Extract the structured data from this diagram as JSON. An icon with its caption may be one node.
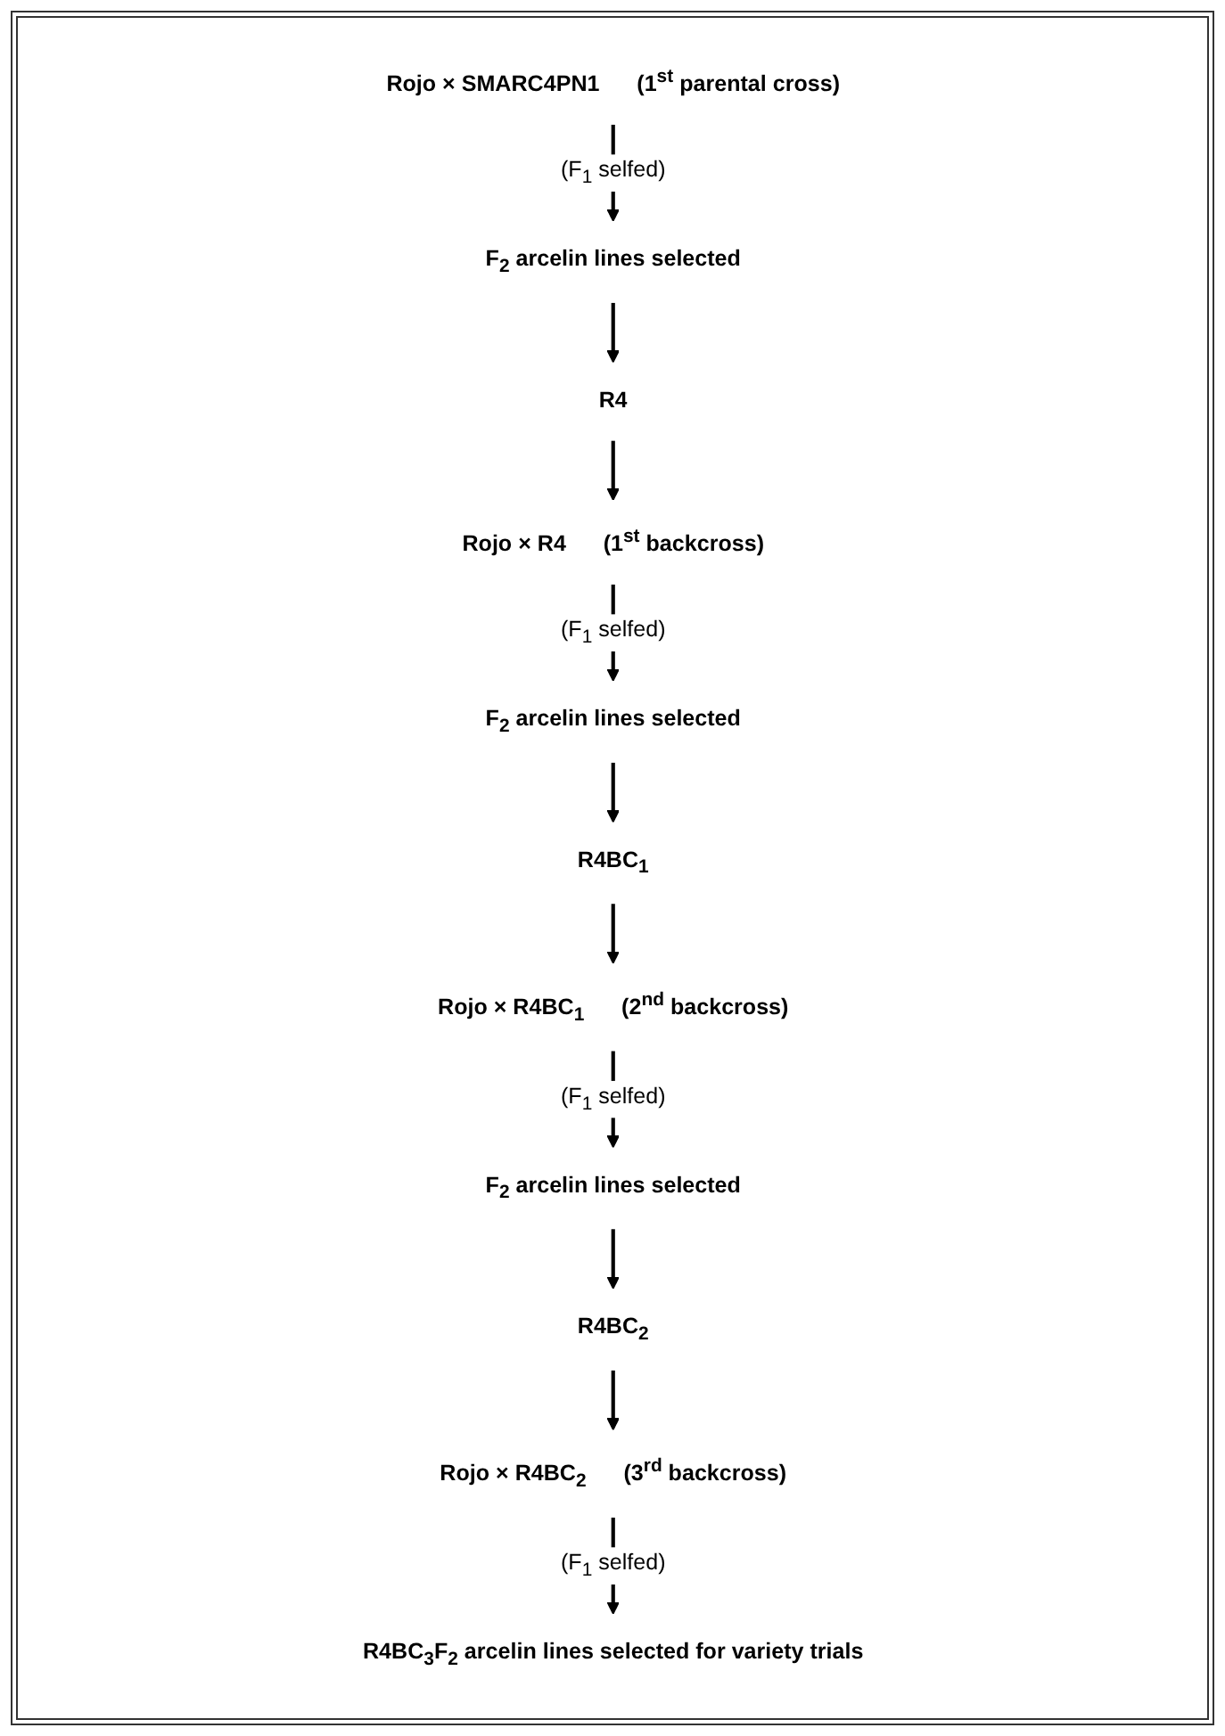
{
  "diagram": {
    "nodes": [
      {
        "text": [
          "Rojo × SMARC4PN1",
          "(1$^{st}$ parental cross)"
        ]
      },
      {
        "text": [
          "F$_{2}$ arcelin lines selected"
        ]
      },
      {
        "text": [
          "R4"
        ]
      },
      {
        "text": [
          "Rojo × R4",
          "(1$^{st}$ backcross)"
        ]
      },
      {
        "text": [
          "F$_{2}$ arcelin lines selected"
        ]
      },
      {
        "text": [
          "R4BC$_{1}$"
        ]
      },
      {
        "text": [
          "Rojo × R4BC$_{1}$",
          "(2$^{nd}$ backcross)"
        ]
      },
      {
        "text": [
          "F$_{2}$ arcelin lines selected"
        ]
      },
      {
        "text": [
          "R4BC$_{2}$"
        ]
      },
      {
        "text": [
          "Rojo × R4BC$_{2}$",
          "(3$^{rd}$ backcross)"
        ]
      },
      {
        "text": [
          "R4BC$_{3}$F$_{2}$ arcelin lines selected for variety trials"
        ]
      }
    ],
    "edges": [
      {
        "from": 0,
        "to": 1,
        "arrow": "to",
        "label": "(F$_{1}$ selfed)"
      },
      {
        "from": 1,
        "to": 2,
        "arrow": "to"
      },
      {
        "from": 2,
        "to": 3,
        "arrow": "to"
      },
      {
        "from": 3,
        "to": 4,
        "arrow": "to",
        "label": "(F$_{1}$ selfed)"
      },
      {
        "from": 4,
        "to": 5,
        "arrow": "to"
      },
      {
        "from": 5,
        "to": 6,
        "arrow": "to"
      },
      {
        "from": 6,
        "to": 7,
        "arrow": "to",
        "label": "(F$_{1}$ selfed)"
      },
      {
        "from": 7,
        "to": 8,
        "arrow": "to"
      },
      {
        "from": 8,
        "to": 9,
        "arrow": "to"
      },
      {
        "from": 9,
        "to": 10,
        "arrow": "to",
        "label": "(F$_{1}$ selfed)"
      }
    ]
  }
}
